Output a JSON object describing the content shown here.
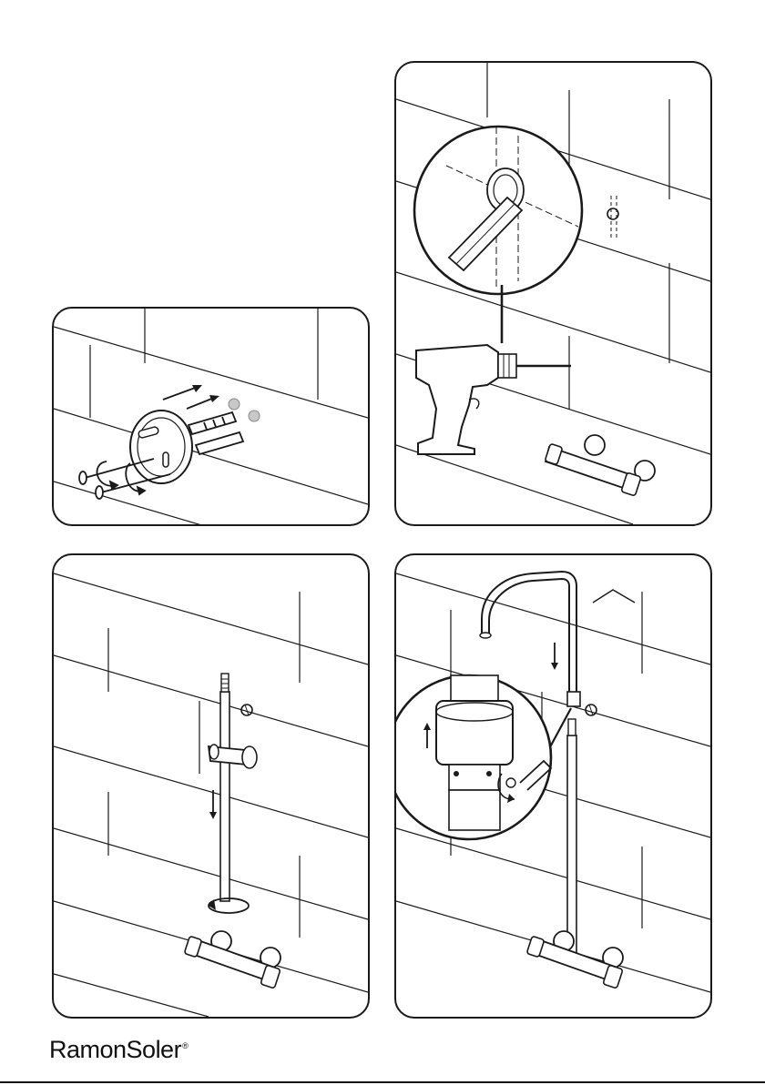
{
  "page": {
    "background": "#ffffff",
    "line_color": "#1a1a1a"
  },
  "brand": {
    "name": "RamonSoler",
    "registered_mark": "®"
  },
  "panels": [
    {
      "id": "anchor",
      "icon": "wall-plug-screw-fixing"
    },
    {
      "id": "drill",
      "icon": "drill-wall-marking"
    },
    {
      "id": "rail",
      "icon": "slide-rail-assembly"
    },
    {
      "id": "column",
      "icon": "shower-column-assembly"
    }
  ]
}
